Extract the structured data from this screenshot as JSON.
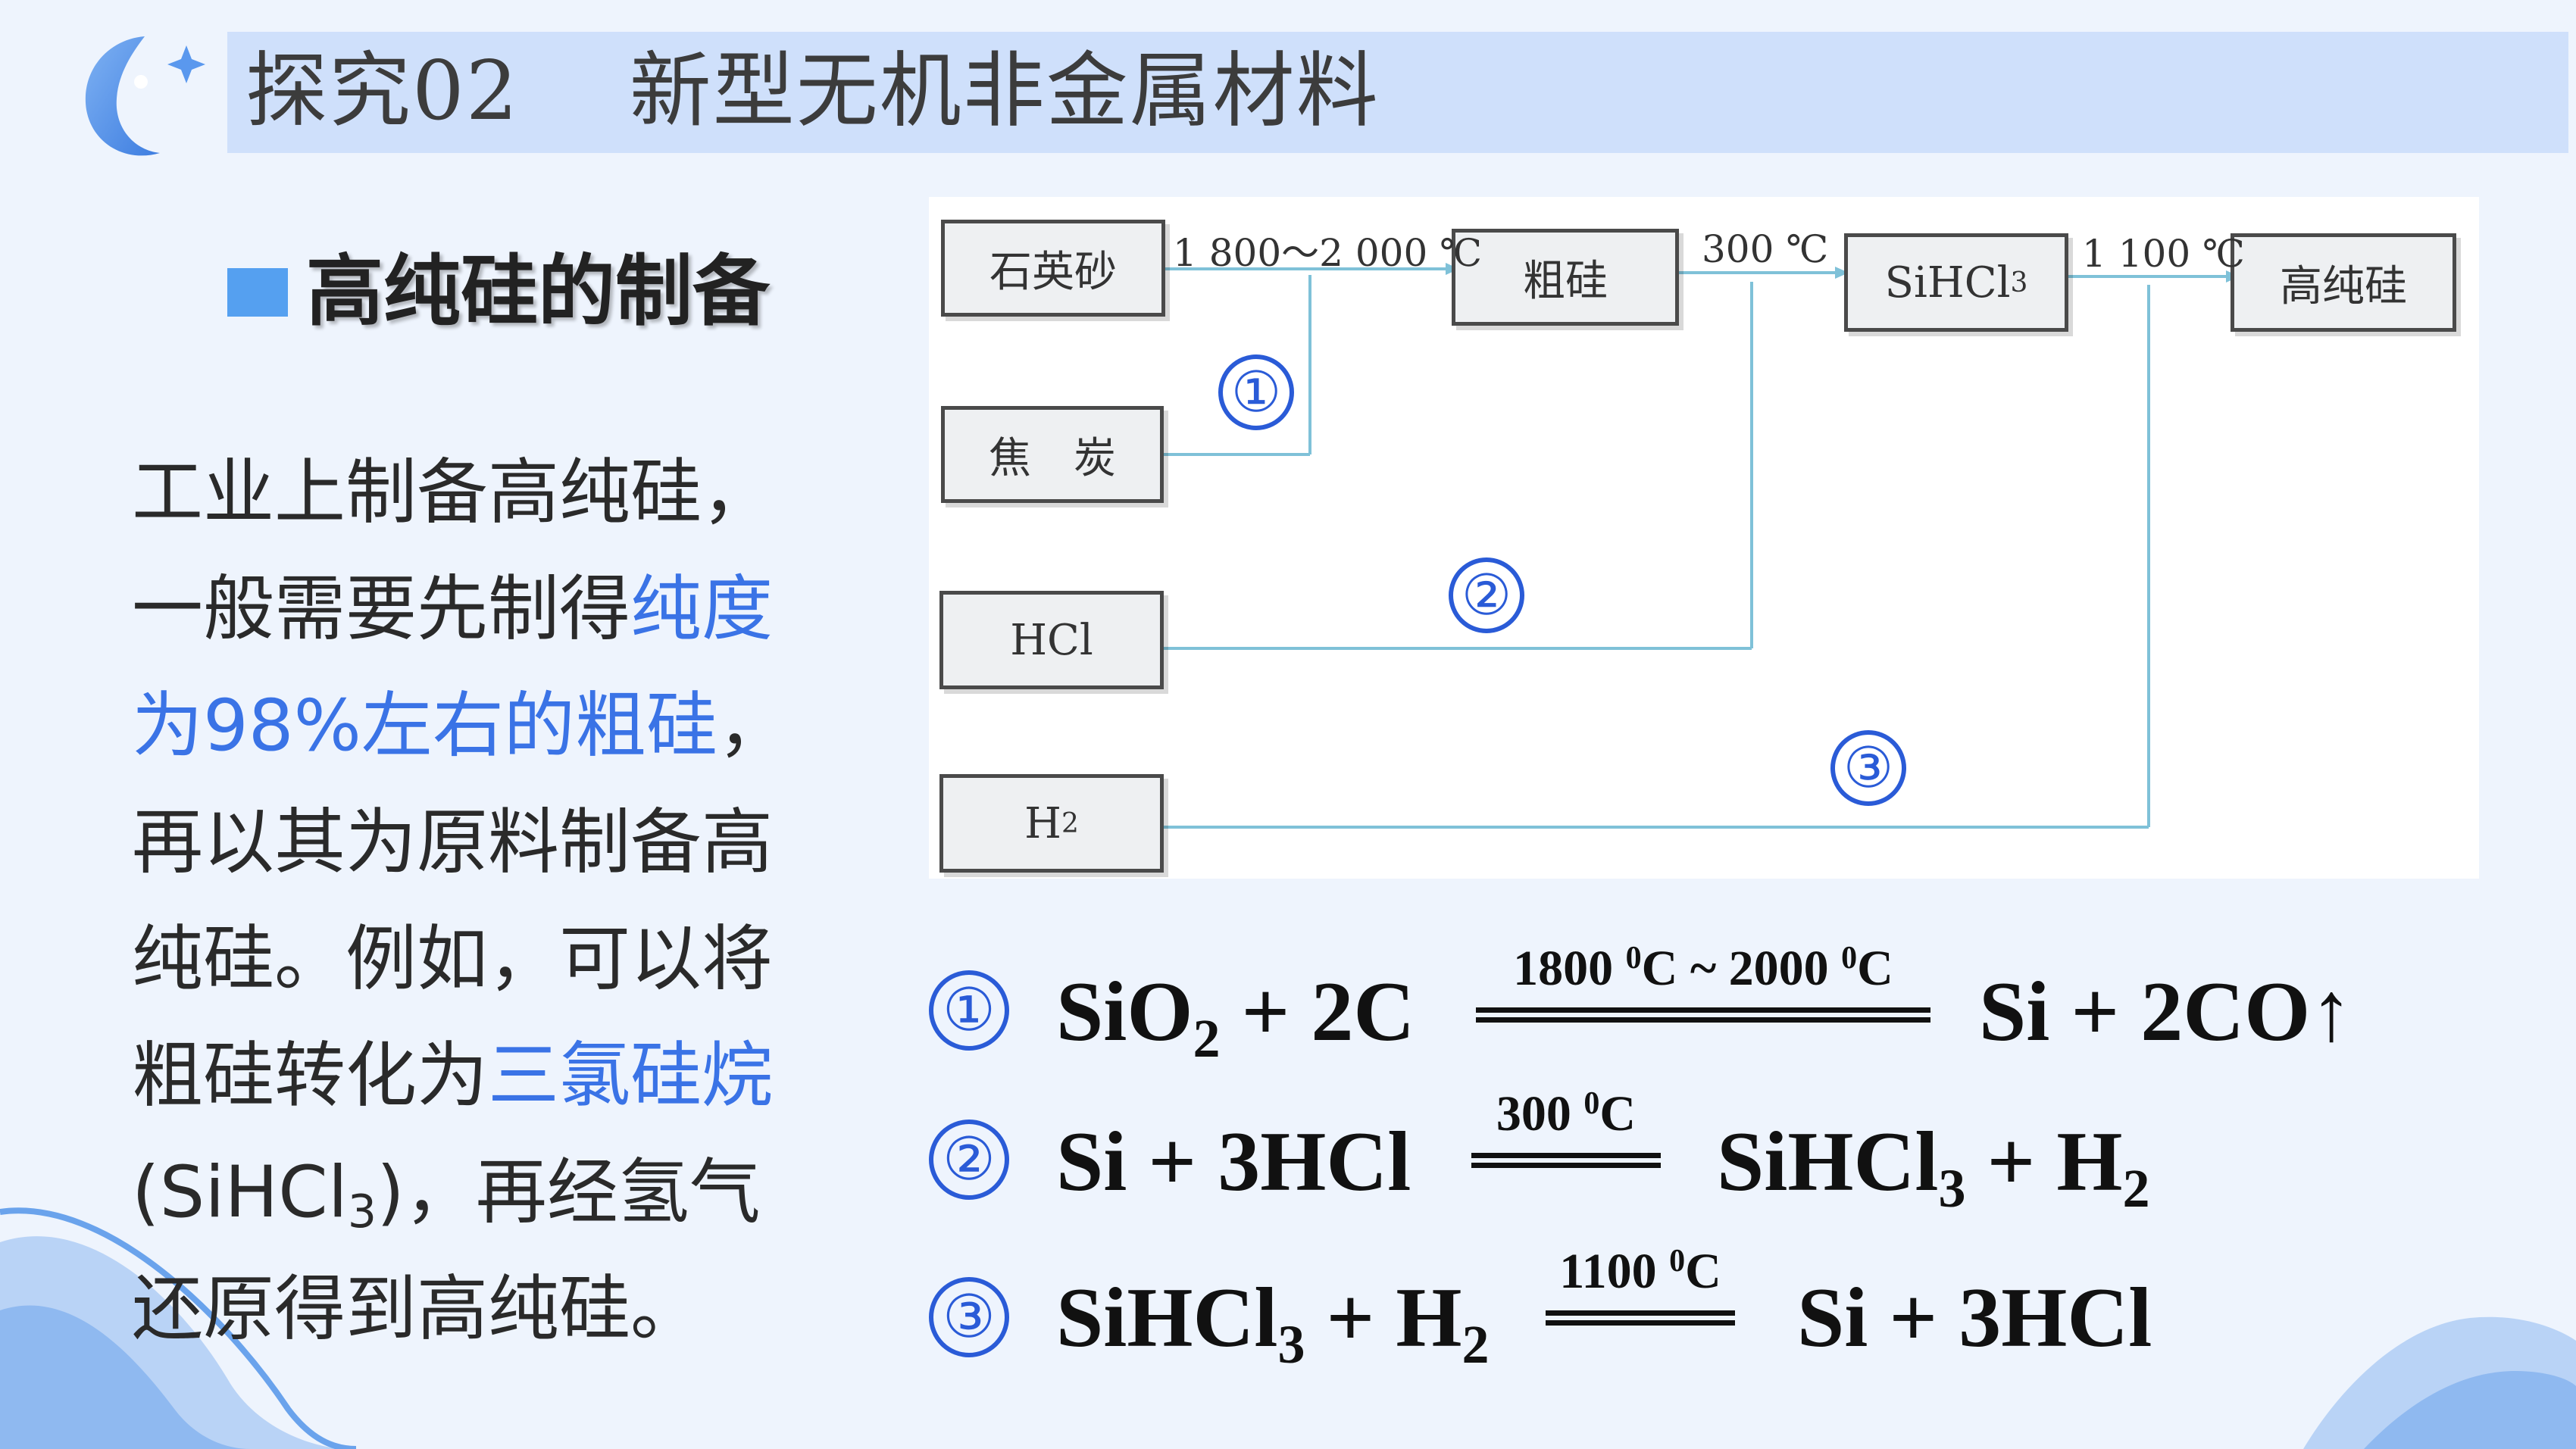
{
  "header": {
    "title": "探究02    新型无机非金属材料",
    "logo_icon": "moon-star-icon"
  },
  "section": {
    "title": "高纯硅的制备",
    "accent": "#55a0f0"
  },
  "paragraph": {
    "p1": "工业上制备高纯硅，",
    "p2": "一般需要先制得",
    "hl1": "纯度为98%左右的粗硅",
    "p3": "，再以其为原料制备高纯硅。例如，可以将粗硅转化为",
    "hl2": "三氯硅烷",
    "p4a": "(SiHCl",
    "p4sub": "3",
    "p4b": ")，再经氢气还原得到高纯硅。",
    "highlight_color": "#3a73e6"
  },
  "diagram": {
    "boxes": {
      "quartz": "石英砂",
      "coke": "焦　炭",
      "hcl": "HCl",
      "h2_main": "H",
      "h2_sub": "2",
      "crude_si": "粗硅",
      "sihcl3_main": "SiHCl",
      "sihcl3_sub": "3",
      "pure_si": "高纯硅"
    },
    "conditions": {
      "c1": "1 800～2 000 ℃",
      "c2": "300 ℃",
      "c3": "1 100 ℃"
    },
    "step_labels": [
      "①",
      "②",
      "③"
    ],
    "line_color": "#7fc1d8"
  },
  "equations": [
    {
      "num": "①",
      "left": [
        "SiO",
        "2",
        " + 2C"
      ],
      "cond": [
        "1800 ",
        "0",
        "C ~ 2000 ",
        "0",
        "C"
      ],
      "right": "Si + 2CO↑"
    },
    {
      "num": "②",
      "left": "Si + 3HCl",
      "cond": [
        "300 ",
        "0",
        "C"
      ],
      "right": [
        "SiHCl",
        "3",
        " + H",
        "2"
      ]
    },
    {
      "num": "③",
      "left": [
        "SiHCl",
        "3",
        " + H",
        "2"
      ],
      "cond": [
        "1100 ",
        "0",
        "C"
      ],
      "right": "Si + 3HCl"
    }
  ]
}
